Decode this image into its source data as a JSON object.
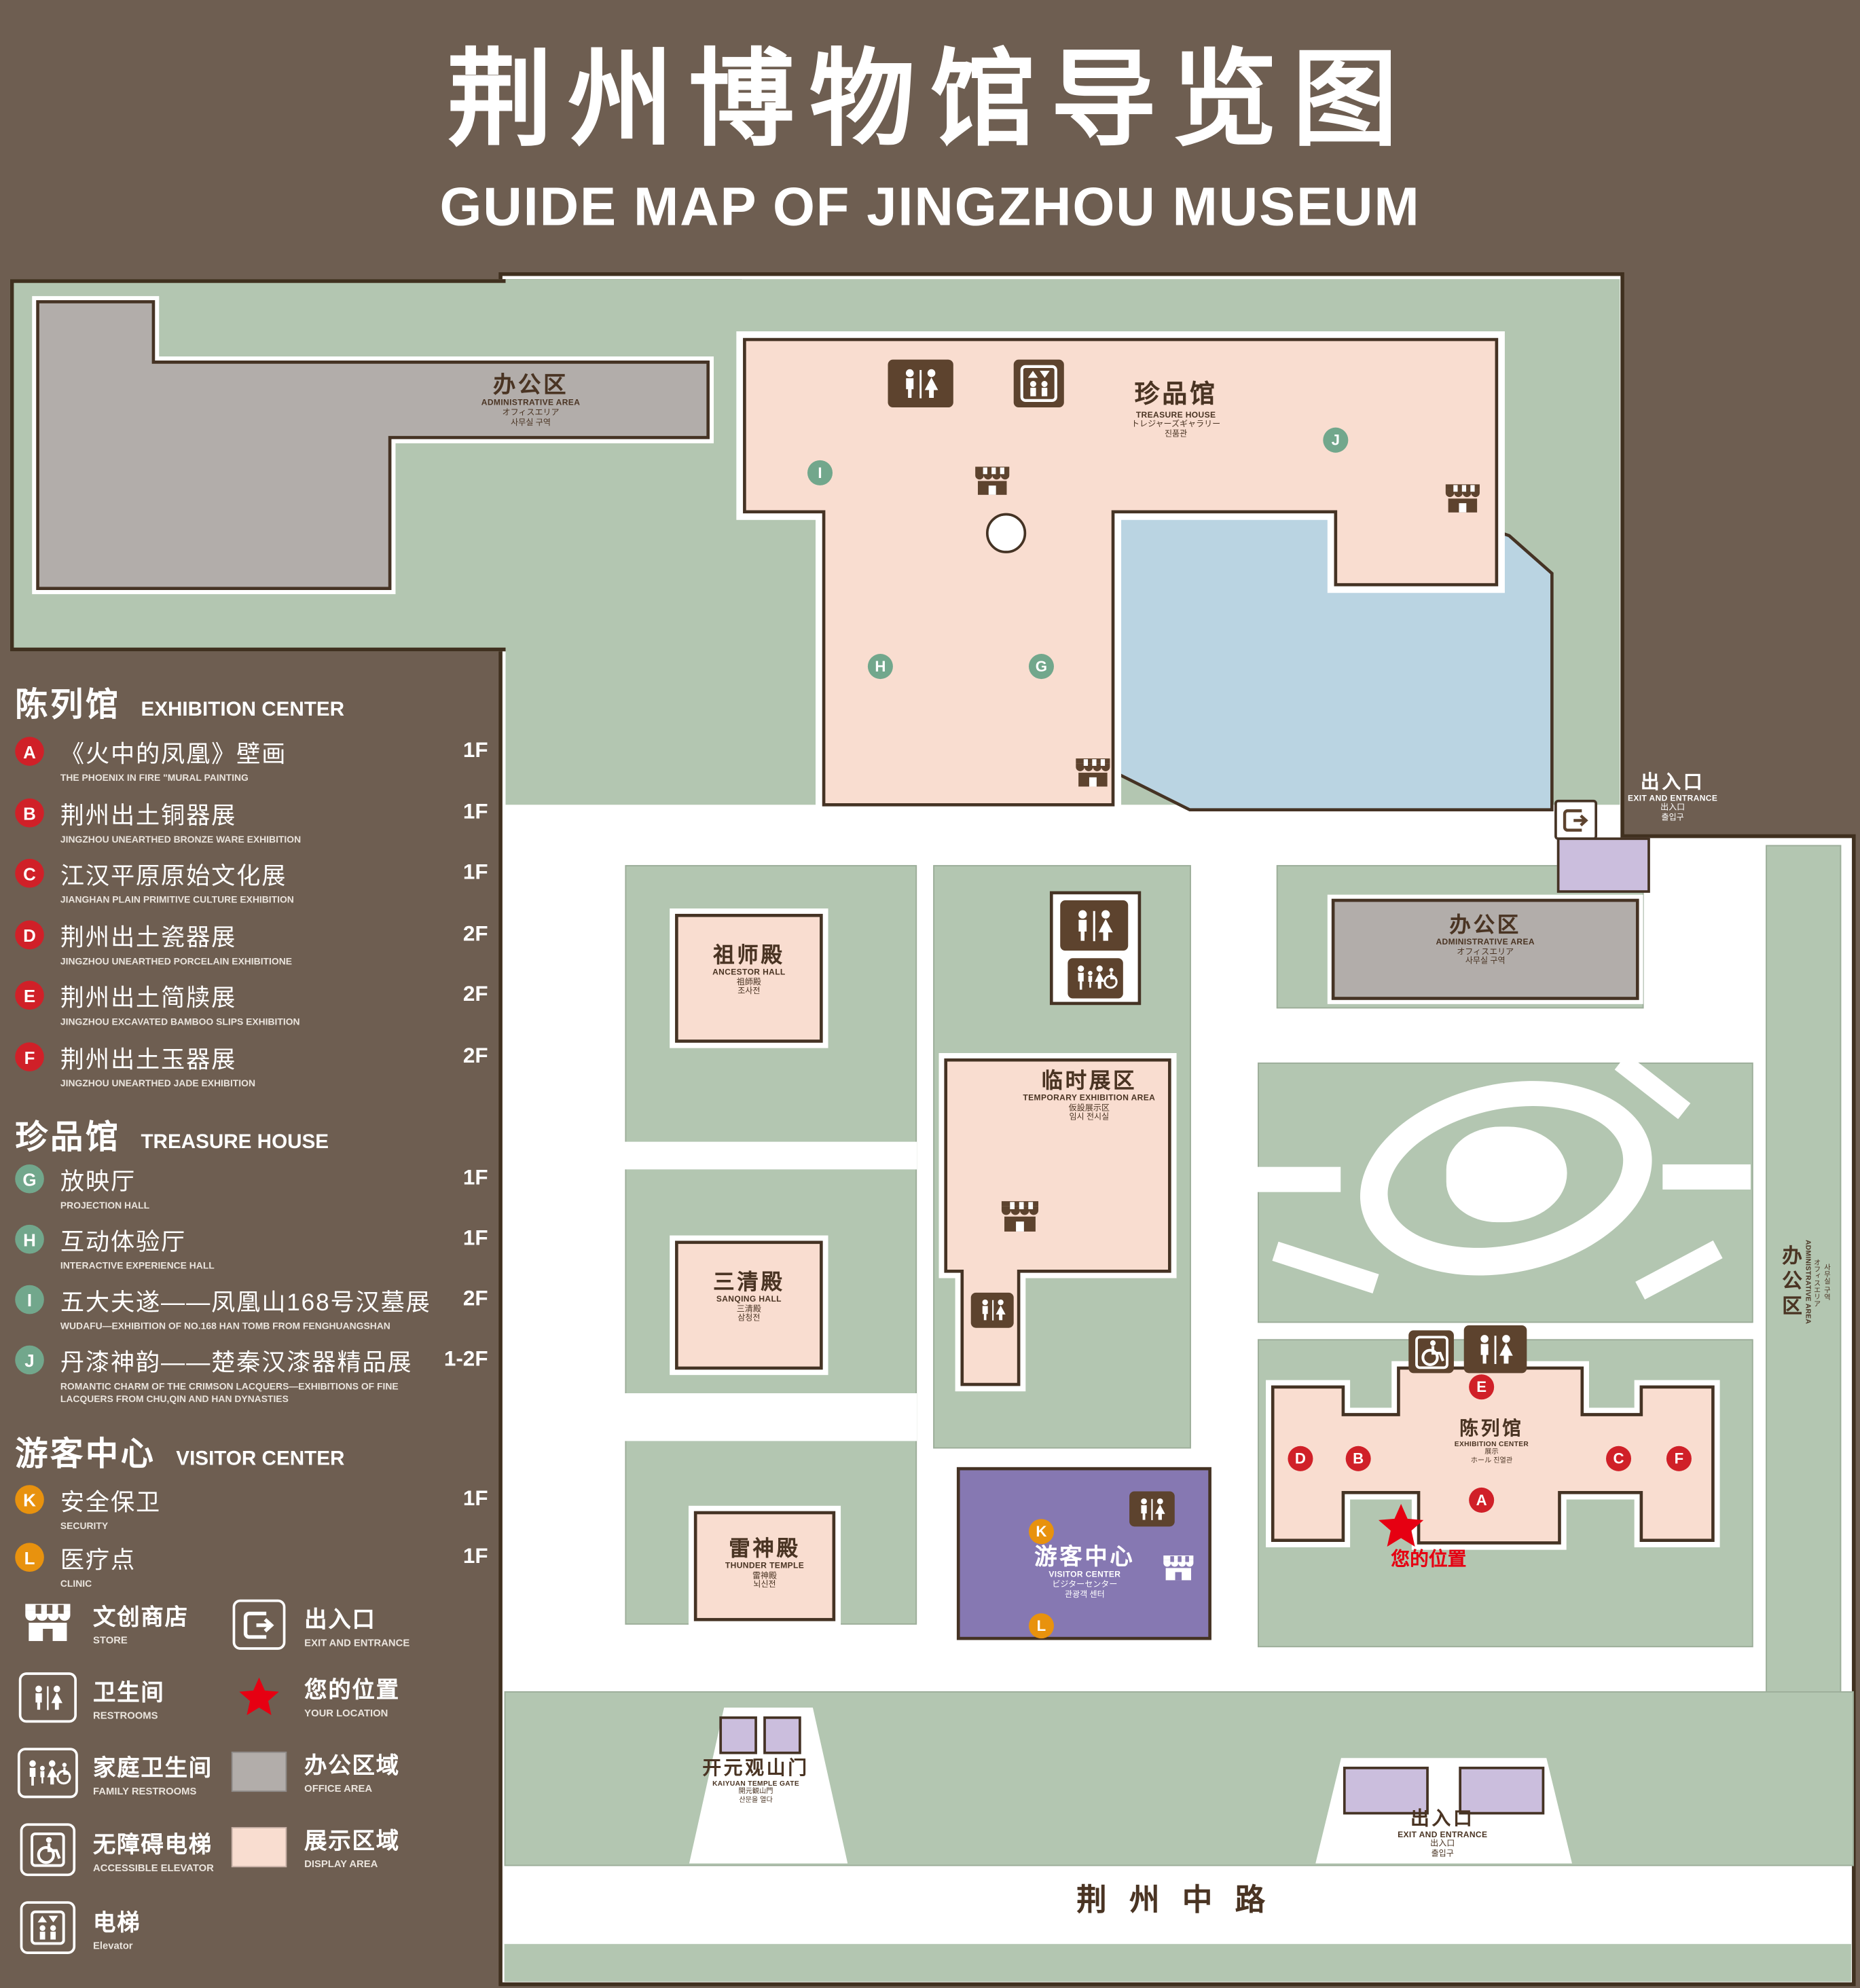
{
  "title": {
    "zh": "荆州博物馆导览图",
    "en": "GUIDE MAP OF JINGZHOU MUSEUM"
  },
  "colors": {
    "background": "#6e5e51",
    "lawn": "#b3c6b1",
    "display_area": "#f9ddd0",
    "office_area": "#b2adaa",
    "water": "#bad4e2",
    "visitor_center": "#8678b2",
    "entrance_block": "#cbbedd",
    "marker_red": "#d02028",
    "marker_green": "#72a78c",
    "marker_orange": "#e8920e",
    "location_red": "#e60012",
    "outline": "#453324"
  },
  "sidebar": {
    "sections": [
      {
        "zh": "陈列馆",
        "en": "EXHIBITION CENTER",
        "items": [
          {
            "letter": "A",
            "zh": "《火中的凤凰》壁画",
            "en": "THE PHOENIX IN FIRE \"MURAL PAINTING",
            "floor": "1F"
          },
          {
            "letter": "B",
            "zh": "荆州出土铜器展",
            "en": "JINGZHOU UNEARTHED BRONZE WARE EXHIBITION",
            "floor": "1F"
          },
          {
            "letter": "C",
            "zh": "江汉平原原始文化展",
            "en": "JIANGHAN PLAIN PRIMITIVE CULTURE EXHIBITION",
            "floor": "1F"
          },
          {
            "letter": "D",
            "zh": "荆州出土瓷器展",
            "en": "JINGZHOU UNEARTHED PORCELAIN EXHIBITIONE",
            "floor": "2F"
          },
          {
            "letter": "E",
            "zh": "荆州出土简牍展",
            "en": "JINGZHOU EXCAVATED BAMBOO SLIPS EXHIBITION",
            "floor": "2F"
          },
          {
            "letter": "F",
            "zh": "荆州出土玉器展",
            "en": "JINGZHOU UNEARTHED JADE EXHIBITION",
            "floor": "2F"
          }
        ]
      },
      {
        "zh": "珍品馆",
        "en": "TREASURE HOUSE",
        "items": [
          {
            "letter": "G",
            "zh": "放映厅",
            "en": "PROJECTION HALL",
            "floor": "1F"
          },
          {
            "letter": "H",
            "zh": "互动体验厅",
            "en": "INTERACTIVE EXPERIENCE HALL",
            "floor": "1F"
          },
          {
            "letter": "I",
            "zh": "五大夫遂——凤凰山168号汉墓展",
            "en": "WUDAFU—EXHIBITION OF NO.168 HAN TOMB FROM FENGHUANGSHAN",
            "floor": "2F"
          },
          {
            "letter": "J",
            "zh": "丹漆神韵——楚秦汉漆器精品展",
            "en": "ROMANTIC CHARM OF THE CRIMSON LACQUERS—EXHIBITIONS OF FINE LACQUERS FROM CHU,QIN AND HAN DYNASTIES",
            "floor": "1-2F"
          }
        ]
      },
      {
        "zh": "游客中心",
        "en": "VISITOR CENTER",
        "items": [
          {
            "letter": "K",
            "zh": "安全保卫",
            "en": "SECURITY",
            "floor": "1F"
          },
          {
            "letter": "L",
            "zh": "医疗点",
            "en": "CLINIC",
            "floor": "1F"
          }
        ]
      }
    ],
    "legend": [
      {
        "zh": "文创商店",
        "en": "STORE"
      },
      {
        "zh": "出入口",
        "en": "EXIT AND ENTRANCE"
      },
      {
        "zh": "卫生间",
        "en": "RESTROOMS"
      },
      {
        "zh": "您的位置",
        "en": "YOUR LOCATION"
      },
      {
        "zh": "家庭卫生间",
        "en": "FAMILY RESTROOMS"
      },
      {
        "zh": "办公区域",
        "en": "OFFICE AREA"
      },
      {
        "zh": "无障碍电梯",
        "en": "ACCESSIBLE ELEVATOR"
      },
      {
        "zh": "展示区域",
        "en": "DISPLAY AREA"
      },
      {
        "zh": "电梯",
        "en": "Elevator"
      }
    ]
  },
  "map": {
    "buildings": {
      "admin": {
        "zh": "办公区",
        "en": "ADMINISTRATIVE AREA",
        "ja": "オフィスエリア",
        "ko": "사무실 구역"
      },
      "treasure": {
        "zh": "珍品馆",
        "en": "TREASURE HOUSE",
        "ja": "トレジャーズギャラリー",
        "ko": "진품관"
      },
      "ancestor": {
        "zh": "祖师殿",
        "en": "ANCESTOR HALL",
        "ja": "祖師殿",
        "ko": "조사전"
      },
      "temporary": {
        "zh": "临时展区",
        "en": "TEMPORARY EXHIBITION AREA",
        "ja": "仮設展示区",
        "ko": "임시 전시실"
      },
      "sanqing": {
        "zh": "三清殿",
        "en": "SANQING HALL",
        "ja": "三清殿",
        "ko": "삼청전"
      },
      "thunder": {
        "zh": "雷神殿",
        "en": "THUNDER TEMPLE",
        "ja": "雷神殿",
        "ko": "뇌신전"
      },
      "visitor": {
        "zh": "游客中心",
        "en": "VISITOR CENTER",
        "ja": "ビジターセンター",
        "ko": "관광객 센터"
      },
      "exhibition": {
        "zh": "陈列馆",
        "en": "EXHIBITION CENTER",
        "ja": "展示",
        "ko": "ホール 진열관"
      },
      "gate": {
        "zh": "开元观山门",
        "en": "KAIYUAN TEMPLE GATE",
        "ja": "開元観山門",
        "ko": "산문을 열다"
      }
    },
    "exit": {
      "zh": "出入口",
      "en": "EXIT AND ENTRANCE",
      "ja": "出入口",
      "ko": "출입구"
    },
    "your_location": "您的位置",
    "road": "荆州中路",
    "markers": {
      "a": "A",
      "b": "B",
      "c": "C",
      "d": "D",
      "e": "E",
      "f": "F",
      "g": "G",
      "h": "H",
      "i": "I",
      "j": "J",
      "k": "K",
      "l": "L"
    }
  }
}
